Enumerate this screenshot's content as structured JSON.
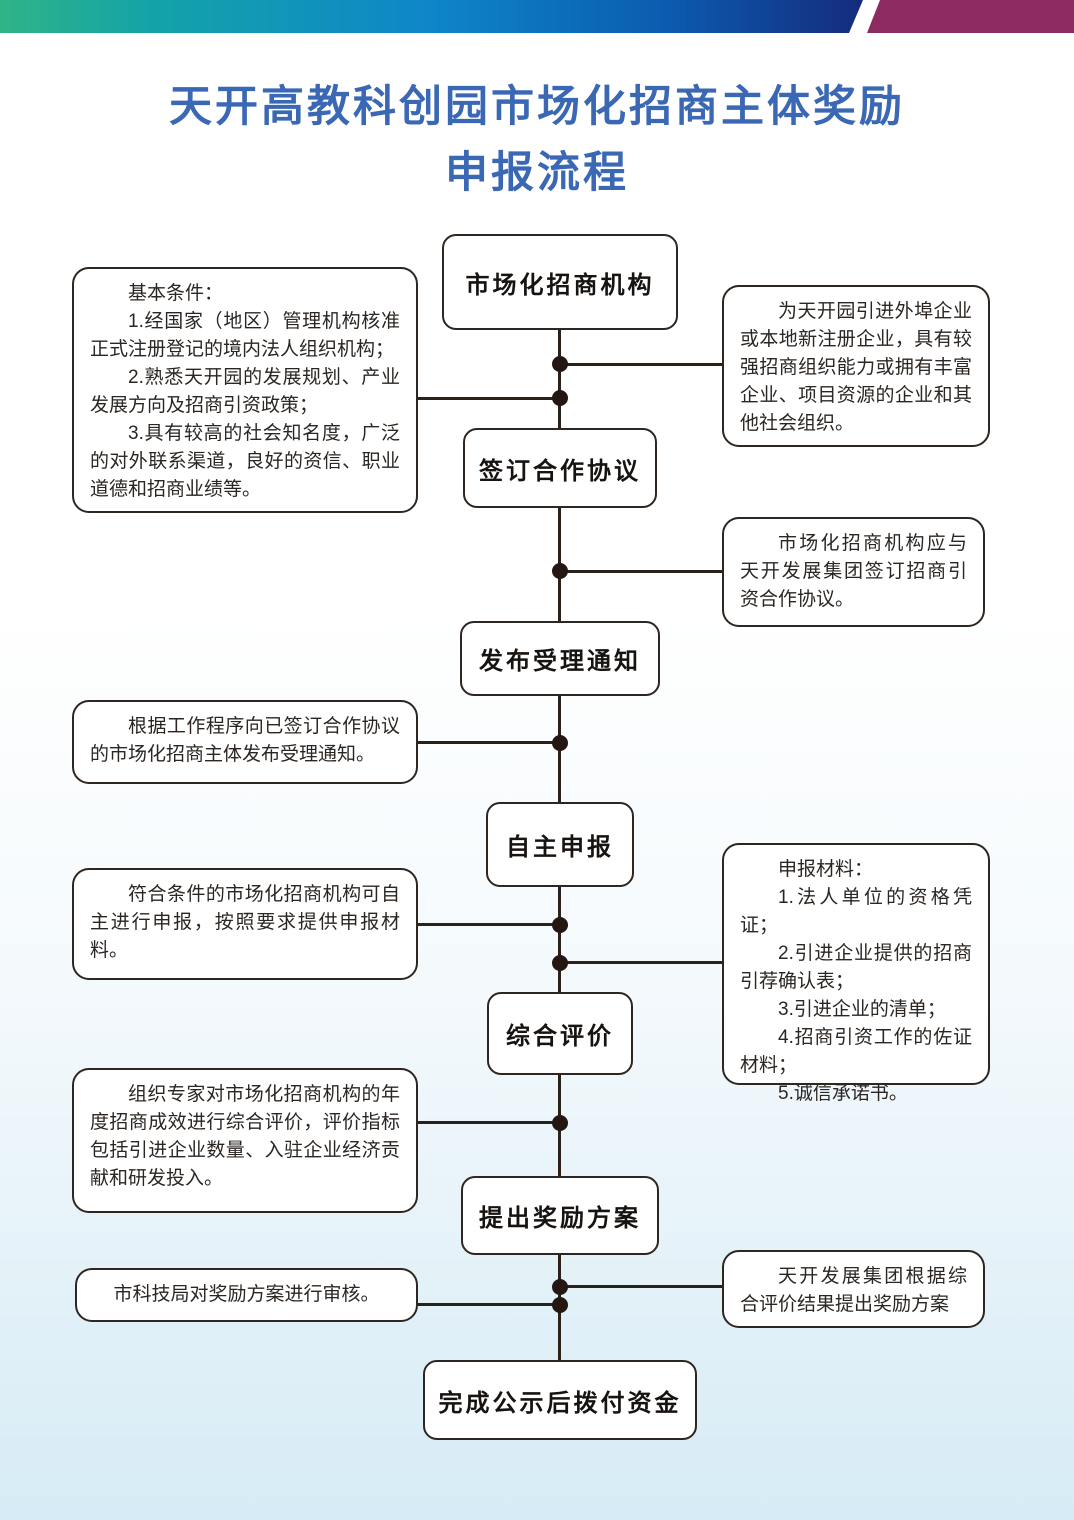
{
  "banner": {
    "gradient_colors": [
      "#2FB487",
      "#0E86C9",
      "#152C7E"
    ],
    "accent_color": "#8E2A62"
  },
  "title": {
    "line1": "天开高教科创园市场化招商主体奖励",
    "line2": "申报流程",
    "color": "#3A68B4"
  },
  "flow": {
    "steps": [
      {
        "label": "市场化招商机构"
      },
      {
        "label": "签订合作协议"
      },
      {
        "label": "发布受理通知"
      },
      {
        "label": "自主申报"
      },
      {
        "label": "综合评价"
      },
      {
        "label": "提出奖励方案"
      },
      {
        "label": "完成公示后拨付资金"
      }
    ]
  },
  "notes": {
    "left": [
      {
        "lines": [
          "基本条件：",
          "1.经国家（地区）管理机构核准正式注册登记的境内法人组织机构；",
          "2.熟悉天开园的发展规划、产业发展方向及招商引资政策；",
          "3.具有较高的社会知名度，广泛的对外联系渠道，良好的资信、职业道德和招商业绩等。"
        ]
      },
      {
        "lines": [
          "根据工作程序向已签订合作协议的市场化招商主体发布受理通知。"
        ]
      },
      {
        "lines": [
          "符合条件的市场化招商机构可自主进行申报，按照要求提供申报材料。"
        ]
      },
      {
        "lines": [
          "组织专家对市场化招商机构的年度招商成效进行综合评价，评价指标包括引进企业数量、入驻企业经济贡献和研发投入。"
        ]
      },
      {
        "lines": [
          "市科技局对奖励方案进行审核。"
        ]
      }
    ],
    "right": [
      {
        "lines": [
          "为天开园引进外埠企业或本地新注册企业，具有较强招商组织能力或拥有丰富企业、项目资源的企业和其他社会组织。"
        ]
      },
      {
        "lines": [
          "市场化招商机构应与天开发展集团签订招商引资合作协议。"
        ]
      },
      {
        "lines": [
          "申报材料：",
          "1.法人单位的资格凭证；",
          "2.引进企业提供的招商引荐确认表；",
          "3.引进企业的清单；",
          "4.招商引资工作的佐证材料；",
          "5.诚信承诺书。"
        ]
      },
      {
        "lines": [
          "天开发展集团根据综合评价结果提出奖励方案"
        ]
      }
    ]
  }
}
